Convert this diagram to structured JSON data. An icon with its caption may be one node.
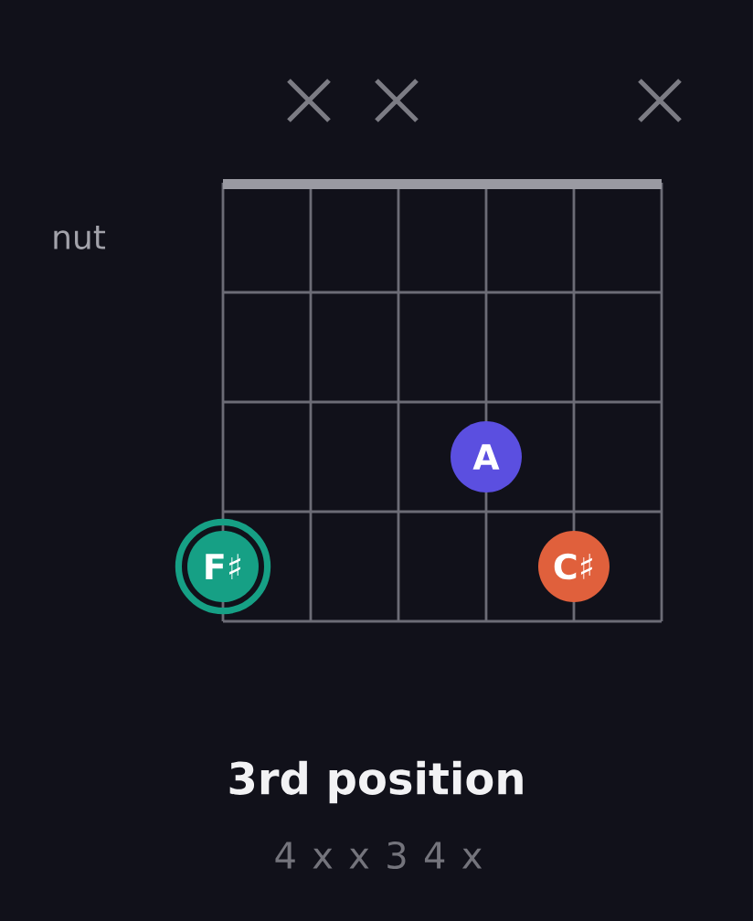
{
  "diagram": {
    "title": "3rd position",
    "nodes": [
      {
        "text": [
          "A"
        ]
      },
      {
        "text": [
          "F♯"
        ]
      },
      {
        "text": [
          "C♯"
        ]
      }
    ],
    "labels": [
      "nut",
      "4 x x 3 4 x"
    ]
  }
}
